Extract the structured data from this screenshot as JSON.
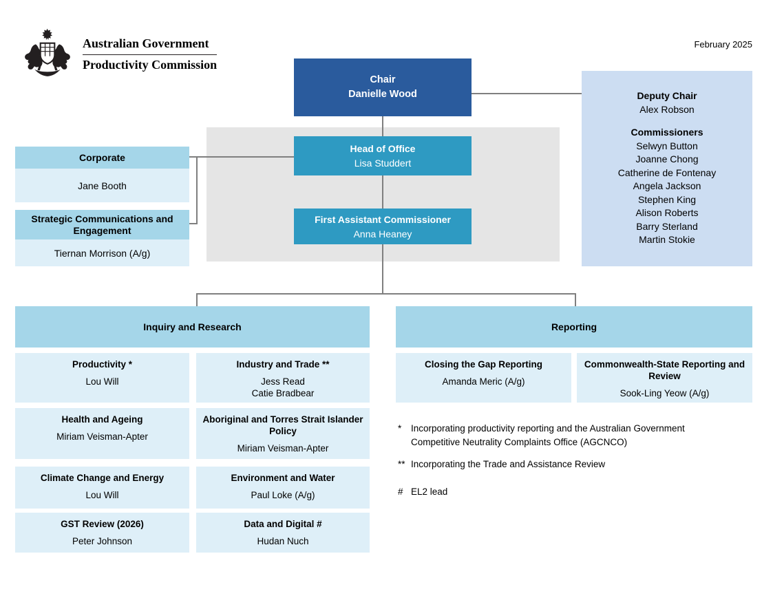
{
  "meta": {
    "date_label": "February 2025"
  },
  "logo": {
    "line1": "Australian Government",
    "line2": "Productivity Commission",
    "crest": "commonwealth-coat-of-arms"
  },
  "chair": {
    "title": "Chair",
    "name": "Danielle Wood"
  },
  "office": {
    "head": {
      "title": "Head of Office",
      "name": "Lisa Studdert"
    },
    "first_assistant": {
      "title": "First Assistant Commissioner",
      "name": "Anna Heaney"
    }
  },
  "deputy_panel": {
    "title": "Deputy Chair",
    "deputy_name": "Alex Robson",
    "commissioners_title": "Commissioners",
    "commissioners": [
      "Selwyn Button",
      "Joanne Chong",
      "Catherine de Fontenay",
      "Angela Jackson",
      "Stephen King",
      "Alison Roberts",
      "Barry Sterland",
      "Martin Stokie"
    ]
  },
  "left_units": [
    {
      "title": "Corporate",
      "name": "Jane Booth"
    },
    {
      "title": "Strategic Communications and Engagement",
      "name": "Tiernan Morrison (A/g)"
    }
  ],
  "branches": [
    {
      "title": "Inquiry and Research",
      "units": [
        {
          "title": "Productivity *",
          "names": [
            "Lou Will"
          ]
        },
        {
          "title": "Industry and Trade **",
          "names": [
            "Jess Read",
            "Catie Bradbear"
          ]
        },
        {
          "title": "Health and Ageing",
          "names": [
            "Miriam Veisman-Apter"
          ]
        },
        {
          "title": "Aboriginal and Torres Strait Islander Policy",
          "names": [
            "Miriam Veisman-Apter"
          ]
        },
        {
          "title": "Climate Change and Energy",
          "names": [
            "Lou Will"
          ]
        },
        {
          "title": "Environment and Water",
          "names": [
            "Paul Loke (A/g)"
          ]
        },
        {
          "title": "GST Review (2026)",
          "names": [
            "Peter Johnson"
          ]
        },
        {
          "title": "Data and Digital #",
          "names": [
            "Hudan Nuch"
          ]
        }
      ]
    },
    {
      "title": "Reporting",
      "units": [
        {
          "title": "Closing the Gap Reporting",
          "names": [
            "Amanda Meric (A/g)"
          ]
        },
        {
          "title": "Commonwealth-State Reporting and Review",
          "names": [
            "Sook-Ling Yeow (A/g)"
          ]
        }
      ]
    }
  ],
  "footnotes": [
    {
      "marker": "*",
      "text": "Incorporating productivity reporting and the Australian Government Competitive Neutrality Complaints Office (AGCNCO)"
    },
    {
      "marker": "**",
      "text": "Incorporating the Trade and Assistance Review"
    },
    {
      "marker": "#",
      "text": "EL2 lead"
    }
  ],
  "colors": {
    "chair_blue": "#2A5B9D",
    "teal": "#2E9AC2",
    "branch_header_blue": "#A5D6E9",
    "unit_light_blue": "#DEEFF8",
    "deputy_panel_blue": "#CCDDF2",
    "panel_gray": "#E5E5E5",
    "connector_gray": "#7F7F7F"
  }
}
